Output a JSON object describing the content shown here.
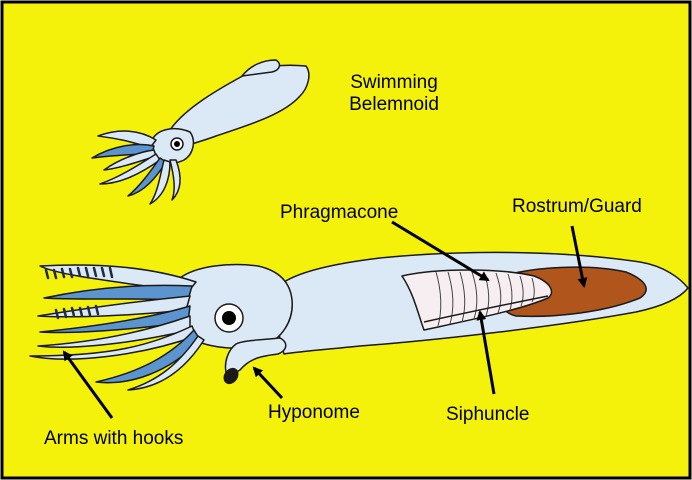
{
  "colors": {
    "background": "#f4f20a",
    "frame": "#000000",
    "body": "#dbe8f5",
    "body_outline": "#1a1a1a",
    "arm_stripe": "#5b94cf",
    "hook": "#1f2a44",
    "rostrum": "#b0551c",
    "phragmocone": "#f7eef2",
    "eye_ring": "#ffffff",
    "pupil": "#000000",
    "arrow": "#000000"
  },
  "icons": [
    "belemnoid-squid",
    "arrow"
  ],
  "labels": {
    "swimming_line1": "Swimming",
    "swimming_line2": "Belemnoid",
    "phragmacone": "Phragmacone",
    "rostrum": "Rostrum/Guard",
    "hyponome": "Hyponome",
    "siphuncle": "Siphuncle",
    "arms": "Arms with hooks"
  }
}
